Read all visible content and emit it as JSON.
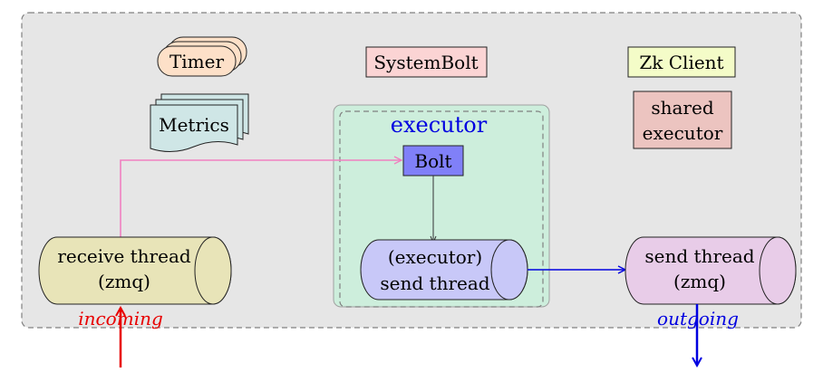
{
  "nodes": {
    "timer": "Timer",
    "systembolt": "SystemBolt",
    "zkclient": "Zk Client",
    "metrics": "Metrics",
    "shared_line1": "shared",
    "shared_line2": "executor",
    "executor_label": "executor",
    "bolt": "Bolt",
    "exec_send_line1": "(executor)",
    "exec_send_line2": "send thread",
    "receive_line1": "receive thread",
    "receive_line2": "(zmq)",
    "send_line1": "send thread",
    "send_line2": "(zmq)"
  },
  "labels": {
    "incoming": "incoming",
    "outgoing": "outgoing"
  },
  "colors": {
    "worker_fill": "#e6e6e6",
    "timer_fill": "#fde0c8",
    "systembolt_fill": "#fbd4d4",
    "zk_fill": "#f4fcc8",
    "metrics_fill": "#cfe6e6",
    "shared_fill": "#ecc4c0",
    "executor_fill": "#cdeedc",
    "bolt_fill": "#8080f8",
    "exec_send_fill": "#c8c8f8",
    "receive_fill": "#e8e4b8",
    "send_fill": "#e8cce8",
    "pink_line": "#f080c0",
    "blue_line": "#0000e0",
    "red_line": "#e80000"
  }
}
